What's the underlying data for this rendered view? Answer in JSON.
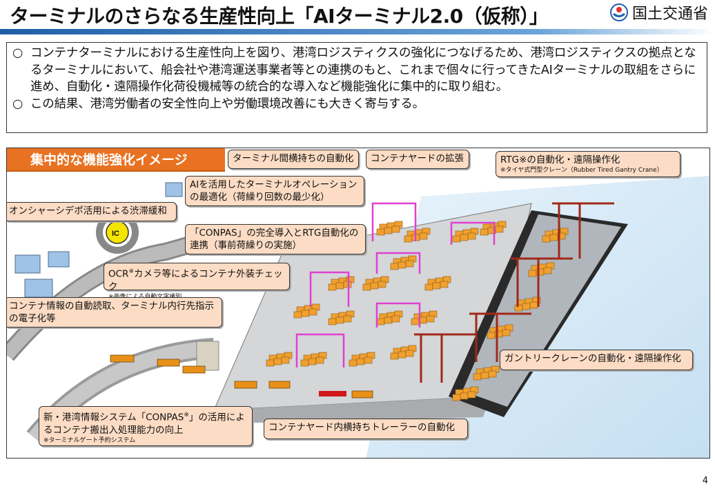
{
  "header": {
    "title": "ターミナルのさらなる生産性向上「AIターミナル2.0（仮称）」",
    "ministry": "国土交通省"
  },
  "intro": {
    "mark": "○",
    "bullet1": "コンテナターミナルにおける生産性向上を図り、港湾ロジスティクスの強化につなげるため、港湾ロジスティクスの拠点となるターミナルにおいて、船会社や港湾運送事業者等との連携のもと、これまで個々に行ってきたAIターミナルの取組をさらに進め、自動化・遠隔操作化荷役機械等の統合的な導入など機能強化に集中的に取り組む。",
    "bullet2": "この結果、港湾労働者の安全性向上や労働環境改善にも大きく寄与する。"
  },
  "diagram": {
    "section_title": "集中的な機能強化イメージ",
    "road_sign": "IC",
    "callouts": {
      "inter_terminal": "ターミナル間横持ちの自動化",
      "yard_expansion": "コンテナヤードの拡張",
      "rtg_title": "RTG※の自動化・遠隔操作化",
      "rtg_note": "※タイヤ式門型クレーン（Rubber Tired Gantry Crane）",
      "ai_ops": "AIを活用したターミナルオペレーションの最適化（荷繰り回数の最少化）",
      "offshore_depot": "オンシャーシデポ活用による渋滞緩和",
      "conpas_rtg": "「CONPAS」の完全導入とRTG自動化の連携（事前荷繰りの実施）",
      "ocr_prefix": "OCR",
      "ocr_mark": "※",
      "ocr_suffix": "カメラ等によるコンテナ外装チェック",
      "ocr_note": "※画像による自動文字識別",
      "auto_reading": "コンテナ情報の自動読取、ターミナル内行先指示の電子化等",
      "gantry": "ガントリークレーンの自動化・遠隔操作化",
      "conpas_prefix": "新・港湾情報システム「CONPAS",
      "conpas_mark": "※",
      "conpas_suffix": "」の活用によるコンテナ搬出入処理能力の向上",
      "conpas_note": "※ターミナルゲート予約システム",
      "yard_trailer": "コンテナヤード内横持ちトレーラーの自動化"
    }
  },
  "colors": {
    "title_bar": "#1f5fa8",
    "section_tab": "#e87222",
    "callout_fill": "#fcdcc4",
    "container": "#f0a030",
    "highlight_frame": "#e040d0",
    "crane": "#a02818"
  },
  "page_number": "4"
}
